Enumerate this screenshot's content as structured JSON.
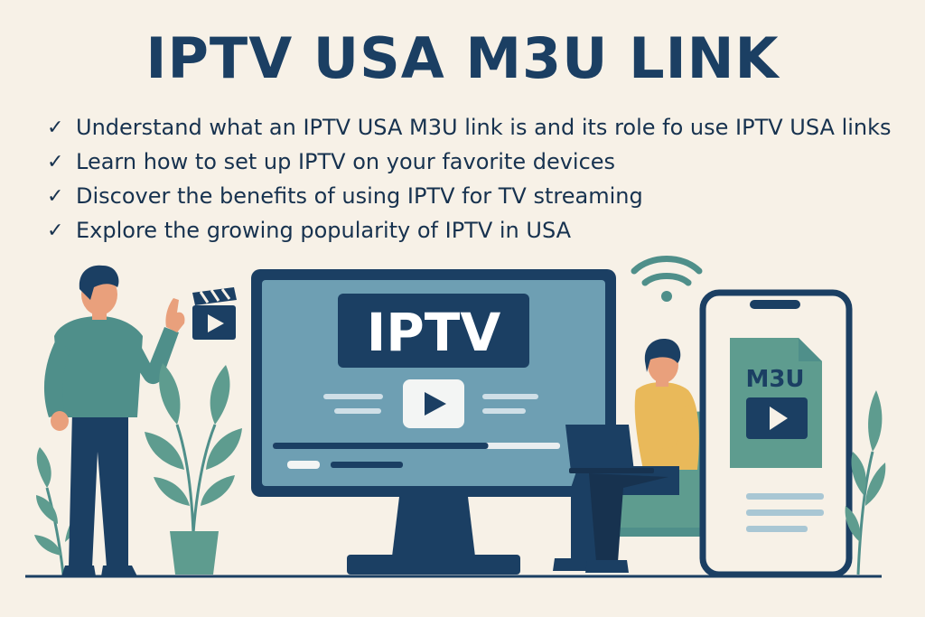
{
  "title": "IPTV USA M3U LINK",
  "bullets": [
    "Understand what an IPTV USA M3U link is and its role fo use IPTV USA links",
    "Learn how to set up IPTV on your favorite devices",
    "Discover the benefits of using IPTV for TV streaming",
    "Explore the growing popularity of IPTV in USA"
  ],
  "tv": {
    "label": "IPTV",
    "progress": 0.75
  },
  "phone": {
    "file_label": "M3U"
  },
  "icons": {
    "check": "check-icon",
    "wifi": "wifi-icon",
    "clapperboard": "clapperboard-icon",
    "play": "play-icon"
  },
  "colors": {
    "navy": "#1b3f63",
    "teal": "#4f8f8a",
    "screen": "#6e9fb3",
    "background": "#f7f1e7",
    "sweater": "#e9b95a"
  }
}
